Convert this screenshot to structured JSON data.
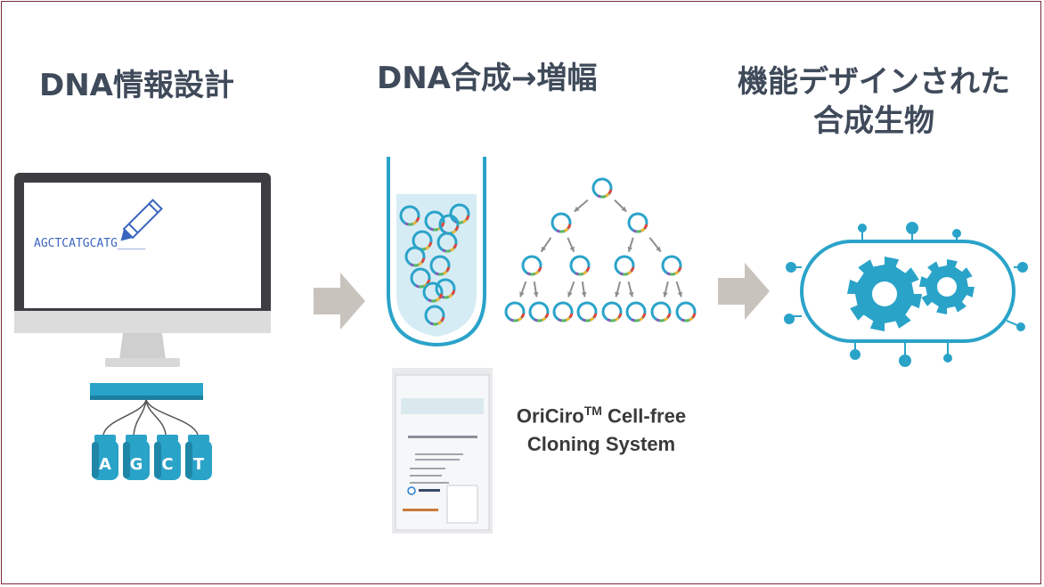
{
  "headings": {
    "design": "DNA情報設計",
    "synthesis": "DNA合成→増幅",
    "result_line1": "機能デザインされた",
    "result_line2": "合成生物"
  },
  "monitor": {
    "sequence_text": "AGCTCATGCATG____"
  },
  "bases": [
    "A",
    "G",
    "C",
    "T"
  ],
  "product": {
    "name_part1": "OriCiro",
    "trademark": "TM",
    "name_part2": " Cell-free",
    "name_line2": "Cloning System"
  },
  "colors": {
    "heading": "#3f4a5a",
    "accent_blue": "#2aa3c9",
    "arrow_gray": "#c8c4bd",
    "border": "#7a2a3a"
  }
}
